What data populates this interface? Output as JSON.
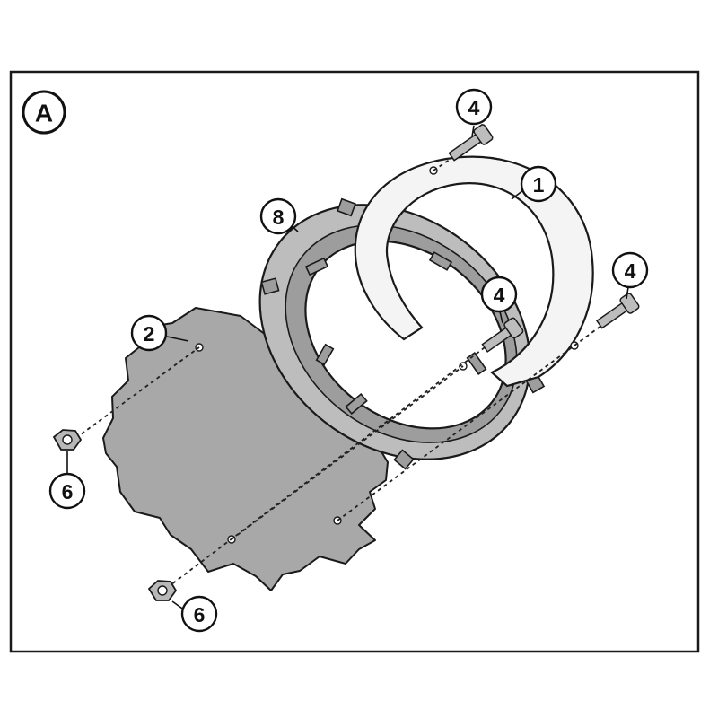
{
  "panel": {
    "label": "A"
  },
  "callouts": {
    "c1": "1",
    "c2": "2",
    "c4a": "4",
    "c4b": "4",
    "c4c": "4",
    "c6a": "6",
    "c6b": "6",
    "c8": "8"
  },
  "colors": {
    "plate_fill": "#a8a8a8",
    "ring_fill": "#bdbdbd",
    "outline": "#1a1a1a",
    "background": "#ffffff"
  }
}
